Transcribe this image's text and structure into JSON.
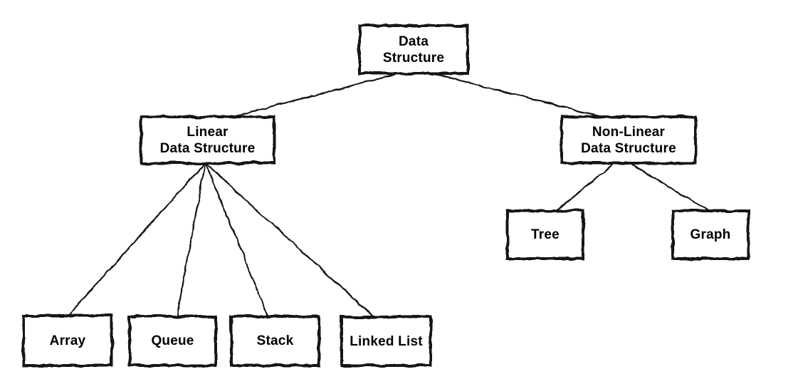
{
  "diagram": {
    "type": "tree",
    "background_color": "#ffffff",
    "stroke_color": "#171717",
    "text_color": "#000000",
    "nodes": {
      "root": {
        "label": "Data Structure",
        "lines": [
          "Data",
          "Structure"
        ]
      },
      "linear": {
        "label": "Linear Data Structure",
        "lines": [
          "Linear",
          "Data Structure"
        ]
      },
      "nonlinear": {
        "label": "Non-Linear Data Structure",
        "lines": [
          "Non-Linear",
          "Data Structure"
        ]
      },
      "array": {
        "label": "Array"
      },
      "queue": {
        "label": "Queue"
      },
      "stack": {
        "label": "Stack"
      },
      "linked_list": {
        "label": "Linked List"
      },
      "tree": {
        "label": "Tree"
      },
      "graph": {
        "label": "Graph"
      }
    },
    "edges": [
      {
        "from": "root",
        "to": "linear"
      },
      {
        "from": "root",
        "to": "nonlinear"
      },
      {
        "from": "linear",
        "to": "array"
      },
      {
        "from": "linear",
        "to": "queue"
      },
      {
        "from": "linear",
        "to": "stack"
      },
      {
        "from": "linear",
        "to": "linked_list"
      },
      {
        "from": "nonlinear",
        "to": "tree"
      },
      {
        "from": "nonlinear",
        "to": "graph"
      }
    ]
  }
}
